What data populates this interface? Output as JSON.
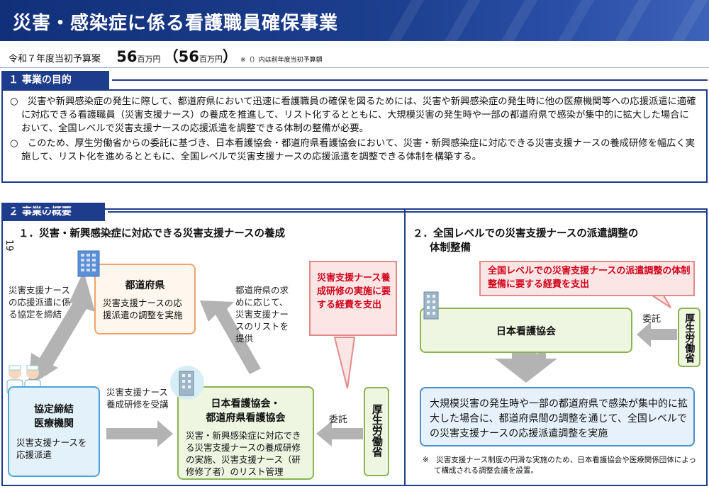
{
  "title": "災害・感染症に係る看護職員確保事業",
  "budget": {
    "label": "令和７年度当初予算案",
    "amount": "56",
    "unit": "百万円",
    "prev_open": "（",
    "prev_amount": "56",
    "prev_unit": "百万円",
    "prev_close": "）",
    "note": "※（）内は前年度当初予算額"
  },
  "section1": {
    "label": "１ 事業の目的",
    "items": [
      "○　災害や新興感染症の発生に際して、都道府県において迅速に看護職員の確保を図るためには、災害や新興感染症の発生時に他の医療機関等への応援派遣に適確に対応できる看護職員（災害支援ナース）の養成を推進して、リスト化するとともに、大規模災害の発生時や一部の都道府県で感染が集中的に拡大した場合において、全国レベルで災害支援ナースの応援派遣を調整できる体制の整備が必要。",
      "○　このため、厚生労働省からの委託に基づき、日本看護協会・都道府県看護協会において、災害・新興感染症に対応できる災害支援ナースの養成研修を幅広く実施して、リスト化を進めるとともに、全国レベルで災害支援ナースの応援派遣を調整できる体制を構築する。"
    ]
  },
  "section2": {
    "label": "２ 事業の概要",
    "page_number": "19",
    "left": {
      "heading": "１．災害・新興感染症に対応できる災害支援ナースの養成",
      "prefecture": {
        "title": "都道府県",
        "body": "災害支援ナースの応援派遣の調整を実施"
      },
      "medical": {
        "title_line1": "協定締結",
        "title_line2": "医療機関",
        "body": "災害支援ナースを応援派遣"
      },
      "nursing_assoc": {
        "title_line1": "日本看護協会・",
        "title_line2": "都道府県看護協会",
        "body": "災害・新興感染症に対応できる災害支援ナースの養成研修の実施、災害支援ナース（研修修了者）のリスト管理"
      },
      "mhlw": "厚生労働省",
      "callout": "災害支援ナース養成研修の実施に要する経費を支出",
      "label_agreement": "災害支援ナースの応援派遣に係る協定を締結",
      "label_list": "都道府県の求めに応じて、災害支援ナースのリストを提供",
      "label_training": "災害支援ナース養成研修を受講",
      "label_consign": "委託"
    },
    "right": {
      "heading_line1": "２．全国レベルでの災害支援ナースの派遣調整の",
      "heading_line2": "体制整備",
      "callout": "全国レベルでの災害支援ナースの派遣調整の体制整備に要する経費を支出",
      "nna": "日本看護協会",
      "mhlw": "厚生労働省",
      "label_consign": "委託",
      "result": "大規模災害の発生時や一部の都道府県で感染が集中的に拡大した場合に、都道府県間の調整を通じて、全国レベルでの災害支援ナースの応援派遣調整を実施",
      "footnote": "※　災害支援ナース制度の円滑な実施のため、日本看護協会や医療関係団体によって構成される調整会議を設置。"
    }
  },
  "colors": {
    "navy": "#1e3c8c",
    "orange_border": "#f0a36b",
    "green_border": "#8ab44f",
    "blue_border": "#4aa6d8",
    "callout_red": "#d0021b",
    "arrow_gray": "#b3b3b3"
  }
}
